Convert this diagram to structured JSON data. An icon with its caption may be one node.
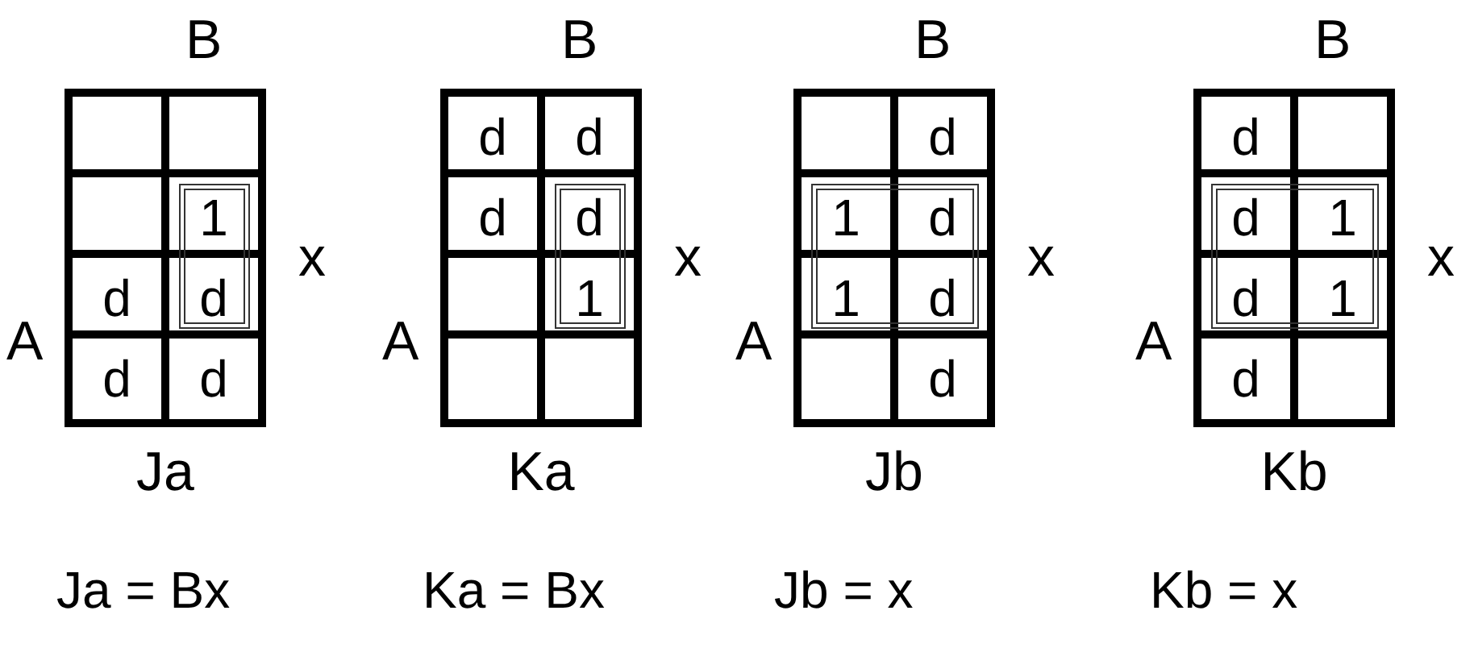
{
  "diagram": {
    "nodes": [
      {
        "text": [
          "B",
          "x",
          "A",
          "Ja"
        ]
      },
      {
        "text": [],
        "shape": "box",
        "in": 0
      },
      {
        "text": [],
        "shape": "box",
        "in": 0
      },
      {
        "text": [],
        "shape": "box",
        "in": 0
      },
      {
        "text": [
          "1"
        ],
        "in": 0
      },
      {
        "text": [
          "d"
        ],
        "in": 0
      },
      {
        "text": [
          "d"
        ],
        "in": 0
      },
      {
        "text": [
          "d"
        ],
        "in": 0
      },
      {
        "text": [
          "d"
        ],
        "in": 0
      },
      {
        "text": [],
        "shape": "loop",
        "in": 0
      },
      {
        "text": [
          "B",
          "x",
          "A",
          "Ka"
        ]
      },
      {
        "text": [
          "d"
        ],
        "in": 10
      },
      {
        "text": [
          "d"
        ],
        "in": 10
      },
      {
        "text": [
          "d"
        ],
        "in": 10
      },
      {
        "text": [
          "d"
        ],
        "in": 10
      },
      {
        "text": [],
        "shape": "box",
        "in": 10
      },
      {
        "text": [
          "1"
        ],
        "in": 10
      },
      {
        "text": [],
        "shape": "box",
        "in": 10
      },
      {
        "text": [],
        "shape": "box",
        "in": 10
      },
      {
        "text": [],
        "shape": "loop",
        "in": 10
      },
      {
        "text": [
          "B",
          "x",
          "A",
          "Jb"
        ]
      },
      {
        "text": [],
        "shape": "box",
        "in": 20
      },
      {
        "text": [
          "d"
        ],
        "in": 20
      },
      {
        "text": [
          "1"
        ],
        "in": 20
      },
      {
        "text": [
          "d"
        ],
        "in": 20
      },
      {
        "text": [
          "1"
        ],
        "in": 20
      },
      {
        "text": [
          "d"
        ],
        "in": 20
      },
      {
        "text": [],
        "shape": "box",
        "in": 20
      },
      {
        "text": [
          "d"
        ],
        "in": 20
      },
      {
        "text": [],
        "shape": "loop",
        "in": 20
      },
      {
        "text": [
          "B",
          "x",
          "A",
          "Kb"
        ]
      },
      {
        "text": [
          "d"
        ],
        "in": 30
      },
      {
        "text": [],
        "shape": "box",
        "in": 30
      },
      {
        "text": [
          "d"
        ],
        "in": 30
      },
      {
        "text": [
          "1"
        ],
        "in": 30
      },
      {
        "text": [
          "d"
        ],
        "in": 30
      },
      {
        "text": [
          "1"
        ],
        "in": 30
      },
      {
        "text": [
          "d"
        ],
        "in": 30
      },
      {
        "text": [],
        "shape": "box",
        "in": 30
      },
      {
        "text": [],
        "shape": "loop",
        "in": 30
      }
    ],
    "labels": [
      "Ja = Bx",
      "Ka = Bx",
      "Jb = x",
      "Kb = x"
    ]
  }
}
